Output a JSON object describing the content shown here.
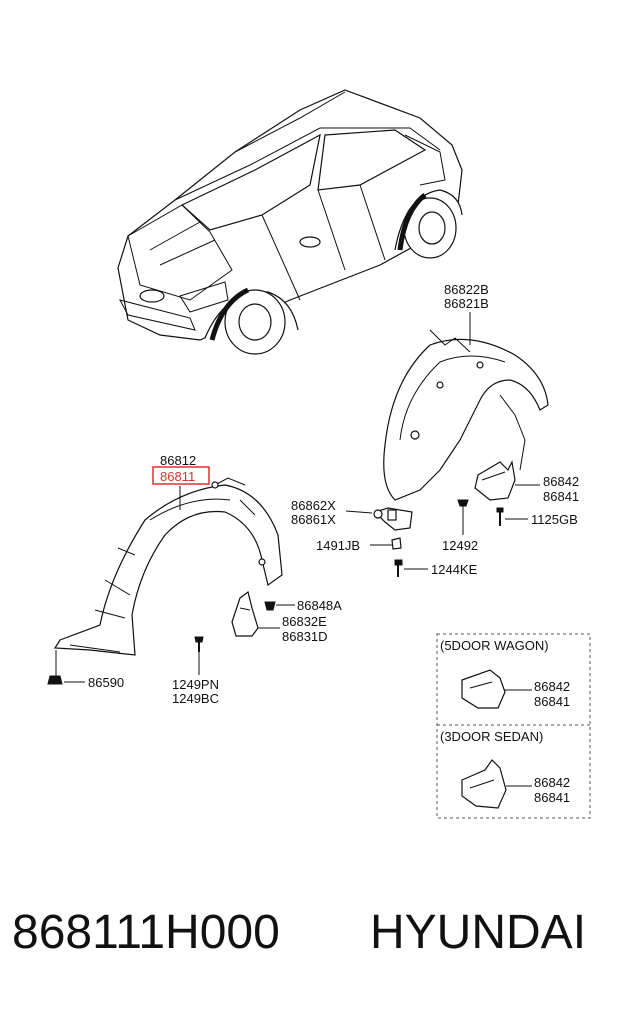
{
  "diagram": {
    "labels": {
      "p86822B": "86822B",
      "p86821B": "86821B",
      "p86812": "86812",
      "p86811": "86811",
      "p86862X": "86862X",
      "p86861X": "86861X",
      "p86842_main": "86842",
      "p86841_main": "86841",
      "p1491JB": "1491JB",
      "p12492": "12492",
      "p1125GB": "1125GB",
      "p1244KE": "1244KE",
      "p86848A": "86848A",
      "p86832E": "86832E",
      "p86831D": "86831D",
      "p1249PN": "1249PN",
      "p1249BC": "1249BC",
      "p86590": "86590"
    },
    "highlight_color": "#e03030",
    "variants": [
      {
        "title": "(5DOOR WAGON)",
        "part_a": "86842",
        "part_b": "86841"
      },
      {
        "title": "(3DOOR SEDAN)",
        "part_a": "86842",
        "part_b": "86841"
      }
    ]
  },
  "footer": {
    "part_number": "868111H000",
    "brand": "HYUNDAI"
  }
}
